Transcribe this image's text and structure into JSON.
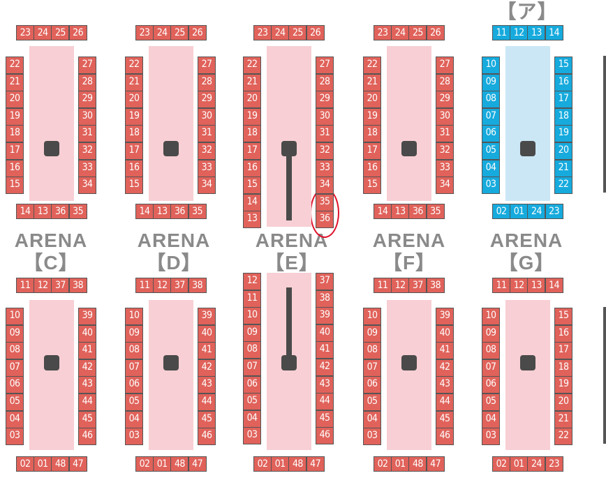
{
  "colors": {
    "seat_red": "#e0625a",
    "seat_blue": "#16aadd",
    "stage_red": "#f7cfd4",
    "stage_blue": "#cbe7f6",
    "highlight": "#e0102a"
  },
  "top_header": "【ア】",
  "blocks": [
    {
      "id": "top-1",
      "theme": "red",
      "pole": "none",
      "top_row": [
        "23",
        "24",
        "25",
        "26"
      ],
      "left": [
        "22",
        "21",
        "20",
        "19",
        "18",
        "17",
        "16",
        "15"
      ],
      "right": [
        "27",
        "28",
        "29",
        "30",
        "31",
        "32",
        "33",
        "34"
      ],
      "bottom_row": [
        "14",
        "13",
        "36",
        "35"
      ]
    },
    {
      "id": "top-2",
      "theme": "red",
      "pole": "none",
      "top_row": [
        "23",
        "24",
        "25",
        "26"
      ],
      "left": [
        "22",
        "21",
        "20",
        "19",
        "18",
        "17",
        "16",
        "15"
      ],
      "right": [
        "27",
        "28",
        "29",
        "30",
        "31",
        "32",
        "33",
        "34"
      ],
      "bottom_row": [
        "14",
        "13",
        "36",
        "35"
      ]
    },
    {
      "id": "top-3",
      "theme": "red",
      "pole": "down",
      "top_row": [
        "23",
        "24",
        "25",
        "26"
      ],
      "left": [
        "22",
        "21",
        "20",
        "19",
        "18",
        "17",
        "16",
        "15",
        "14",
        "13"
      ],
      "right": [
        "27",
        "28",
        "29",
        "30",
        "31",
        "32",
        "33",
        "34",
        "35",
        "36"
      ],
      "bottom_row": []
    },
    {
      "id": "top-4",
      "theme": "red",
      "pole": "none",
      "top_row": [
        "23",
        "24",
        "25",
        "26"
      ],
      "left": [
        "22",
        "21",
        "20",
        "19",
        "18",
        "17",
        "16",
        "15"
      ],
      "right": [
        "27",
        "28",
        "29",
        "30",
        "31",
        "32",
        "33",
        "34"
      ],
      "bottom_row": [
        "14",
        "13",
        "36",
        "35"
      ]
    },
    {
      "id": "top-5",
      "theme": "blue",
      "pole": "none",
      "top_row": [
        "11",
        "12",
        "13",
        "14"
      ],
      "left": [
        "10",
        "09",
        "08",
        "07",
        "06",
        "05",
        "04",
        "03"
      ],
      "right": [
        "15",
        "16",
        "17",
        "18",
        "19",
        "20",
        "21",
        "22"
      ],
      "bottom_row": [
        "02",
        "01",
        "24",
        "23"
      ]
    },
    {
      "id": "bottom-1",
      "theme": "red",
      "pole": "none",
      "top_row": [
        "11",
        "12",
        "37",
        "38"
      ],
      "left": [
        "10",
        "09",
        "08",
        "07",
        "06",
        "05",
        "04",
        "03"
      ],
      "right": [
        "39",
        "40",
        "41",
        "42",
        "43",
        "44",
        "45",
        "46"
      ],
      "bottom_row": [
        "02",
        "01",
        "48",
        "47"
      ]
    },
    {
      "id": "bottom-2",
      "theme": "red",
      "pole": "none",
      "top_row": [
        "11",
        "12",
        "37",
        "38"
      ],
      "left": [
        "10",
        "09",
        "08",
        "07",
        "06",
        "05",
        "04",
        "03"
      ],
      "right": [
        "39",
        "40",
        "41",
        "42",
        "43",
        "44",
        "45",
        "46"
      ],
      "bottom_row": [
        "02",
        "01",
        "48",
        "47"
      ]
    },
    {
      "id": "bottom-3",
      "theme": "red",
      "pole": "up",
      "top_row": [],
      "left": [
        "12",
        "11",
        "10",
        "09",
        "08",
        "07",
        "06",
        "05",
        "04",
        "03"
      ],
      "right": [
        "37",
        "38",
        "39",
        "40",
        "41",
        "42",
        "43",
        "44",
        "45",
        "46"
      ],
      "bottom_row": [
        "02",
        "01",
        "48",
        "47"
      ]
    },
    {
      "id": "bottom-4",
      "theme": "red",
      "pole": "none",
      "top_row": [
        "11",
        "12",
        "37",
        "38"
      ],
      "left": [
        "10",
        "09",
        "08",
        "07",
        "06",
        "05",
        "04",
        "03"
      ],
      "right": [
        "39",
        "40",
        "41",
        "42",
        "43",
        "44",
        "45",
        "46"
      ],
      "bottom_row": [
        "02",
        "01",
        "48",
        "47"
      ]
    },
    {
      "id": "bottom-5",
      "theme": "red",
      "pole": "none",
      "top_row": [
        "11",
        "12",
        "13",
        "14"
      ],
      "left": [
        "10",
        "09",
        "08",
        "07",
        "06",
        "05",
        "04",
        "03"
      ],
      "right": [
        "15",
        "16",
        "17",
        "18",
        "19",
        "20",
        "21",
        "22"
      ],
      "bottom_row": [
        "02",
        "01",
        "24",
        "23"
      ]
    }
  ],
  "arena_labels": [
    {
      "name": "ARENA",
      "tag": "【C】"
    },
    {
      "name": "ARENA",
      "tag": "【D】"
    },
    {
      "name": "ARENA",
      "tag": "【E】"
    },
    {
      "name": "ARENA",
      "tag": "【F】"
    },
    {
      "name": "ARENA",
      "tag": "【G】"
    }
  ],
  "highlighted_seats": [
    "35",
    "36"
  ]
}
